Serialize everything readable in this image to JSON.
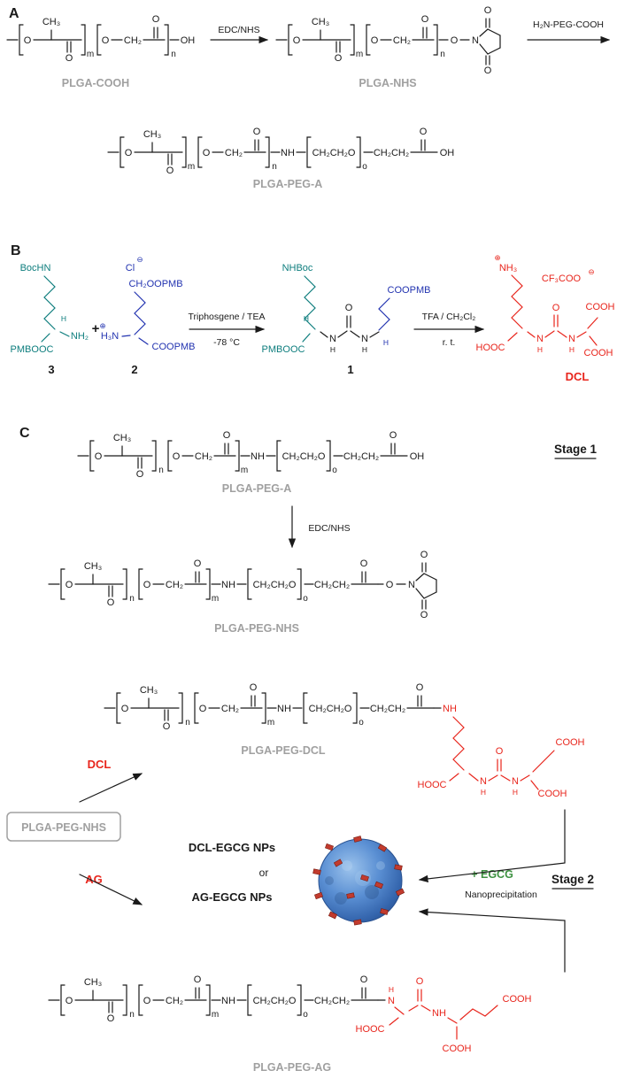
{
  "panel_a": {
    "label": "A",
    "arrow1": "EDC/NHS",
    "arrow2": "H₂N-PEG-COOH",
    "name1": "PLGA-COOH",
    "name2": "PLGA-NHS",
    "name3": "PLGA-PEG-A"
  },
  "panel_b": {
    "label": "B",
    "plus": "+",
    "num3": "3",
    "num2": "2",
    "num1": "1",
    "dcl": "DCL",
    "cond1a": "Triphosgene / TEA",
    "cond1b": "-78 °C",
    "cond2a": "TFA / CH₂Cl₂",
    "cond2b": "r. t."
  },
  "panel_c": {
    "label": "C",
    "stage1": "Stage 1",
    "stage2": "Stage 2",
    "arrow1": "EDC/NHS",
    "name_a": "PLGA-PEG-A",
    "name_nhs": "PLGA-PEG-NHS",
    "name_dcl": "PLGA-PEG-DCL",
    "name_ag": "PLGA-PEG-AG",
    "box": "PLGA-PEG-NHS",
    "dcl": "DCL",
    "ag": "AG",
    "np1": "DCL-EGCG NPs",
    "or": "or",
    "np2": "AG-EGCG NPs",
    "egcg": "+ EGCG",
    "nanoprecipitation": "Nanoprecipitation"
  },
  "at": {
    "o": "O",
    "oh": "OH",
    "cooh": "COOH",
    "hooc": "HOOC",
    "ch3": "CH₃",
    "ch2": "CH₂",
    "ch2ch2o": "CH₂CH₂O",
    "ch2ch2": "CH₂CH₂",
    "nh": "NH",
    "n": "N",
    "h": "H",
    "nh2": "NH₂",
    "nh3": "NH₃",
    "h3n": "H₃N",
    "sm": "m",
    "sn": "n",
    "so": "o",
    "bochn": "BocHN",
    "nhboc": "NHBoc",
    "pmbooc": "PMBOOC",
    "coopmb": "COOPMB",
    "ch2oopmb": "CH₂OOPMB",
    "cl": "Cl",
    "cf3coo": "CF₃COO",
    "plus": "⊕",
    "minus": "⊖"
  },
  "colors": {
    "black": "#1a1a1a",
    "gray": "#a0a0a0",
    "red": "#e8251c",
    "teal": "#0d7d7d",
    "blue": "#2233b0",
    "green": "#3d9140",
    "np_blue": "#3f79c4",
    "cube": "#c23b2e"
  }
}
